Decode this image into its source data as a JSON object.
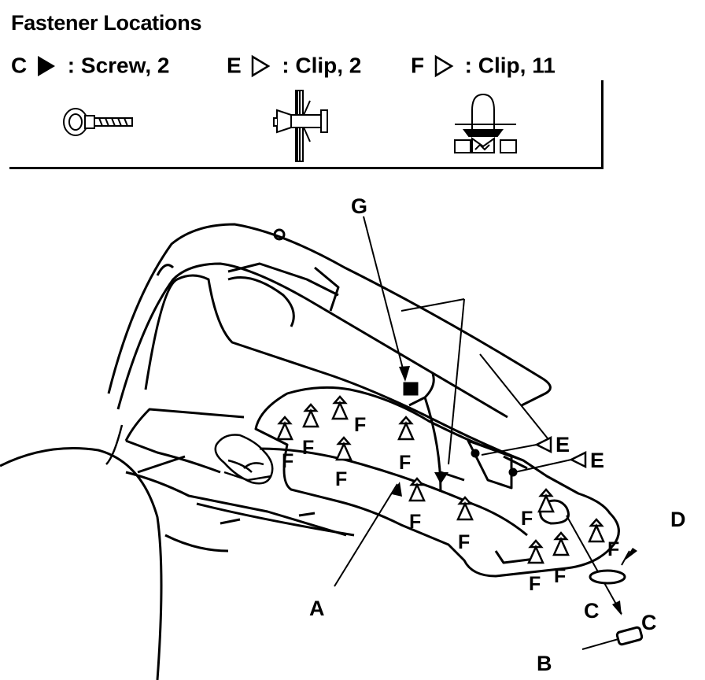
{
  "title": "Fastener Locations",
  "legend": [
    {
      "letter": "C",
      "symbol": "filled-triangle",
      "text": ": Screw, 2"
    },
    {
      "letter": "E",
      "symbol": "outline-triangle",
      "text": ": Clip, 2"
    },
    {
      "letter": "F",
      "symbol": "outline-triangle",
      "text": ": Clip, 11"
    }
  ],
  "callouts": {
    "G": "G",
    "E1": "E",
    "E2": "E",
    "D": "D",
    "C1": "C",
    "C2": "C",
    "B": "B",
    "A": "A",
    "F": "F"
  },
  "icons": [
    "screw-icon",
    "e-clip-icon",
    "f-clip-icon"
  ]
}
